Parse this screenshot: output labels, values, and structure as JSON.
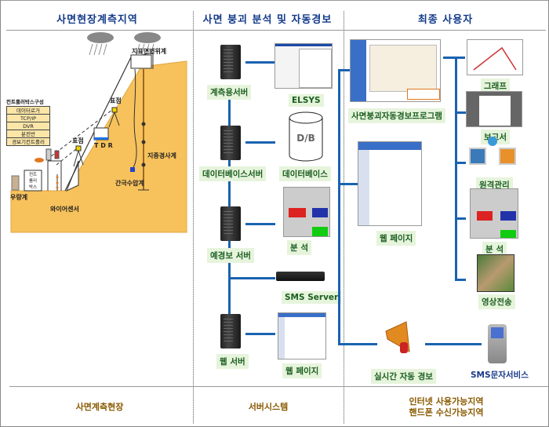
{
  "headers": {
    "field": "사면현장계측지역",
    "server": "사면 붕괴 분석 및 자동경보",
    "user": "최종 사용자"
  },
  "field_diagram": {
    "controller_box_title": "컨트롤러박스구성",
    "controller_box_items": [
      "데이터로거",
      "TCP/IP",
      "DVR",
      "분전반",
      "경보기컨트롤러"
    ],
    "labels": {
      "surface_displacement": "지표면변위계",
      "target_upper": "표점",
      "target_lower": "표점",
      "tdr": "T D R",
      "inclinometer": "지중경사계",
      "piezometer": "간극수압계",
      "rain_gauge": "우량계",
      "wire_sensor": "와이어센서",
      "controller_box": "컨트롤러박스"
    },
    "colors": {
      "soil": "#f7c25c",
      "tdr": "#1e6fe0",
      "target": "#f2d600"
    }
  },
  "server_column": {
    "servers": [
      {
        "name": "계측용서버",
        "target": "ELSYS"
      },
      {
        "name": "데이터베이스서버",
        "target": "데이터베이스"
      },
      {
        "name": "예경보 서버",
        "target": "분 석"
      },
      {
        "name": "",
        "target": "SMS Server"
      },
      {
        "name": "웹 서버",
        "target": "웹 페이지"
      }
    ],
    "db_icon_text": "D/B"
  },
  "user_column": {
    "program_label": "사면붕괴자동경보프로그램",
    "web_label": "웹 페이지",
    "alarm_label": "실시간 자동 경보",
    "sms_label": "SMS문자서비스",
    "outputs": [
      "그래프",
      "보고서",
      "원격관리",
      "분 석",
      "영상전송"
    ]
  },
  "footers": {
    "field": "사면계측현장",
    "server": "서버시스템",
    "user_line1": "인터넷 사용가능지역",
    "user_line2": "핸드폰 수신가능지역"
  },
  "colors": {
    "header_text": "#123a8a",
    "footer_text": "#8a5a00",
    "connector": "#1a63b0",
    "label_bg": "#e6f4dc",
    "label_text": "#1b5e20"
  }
}
